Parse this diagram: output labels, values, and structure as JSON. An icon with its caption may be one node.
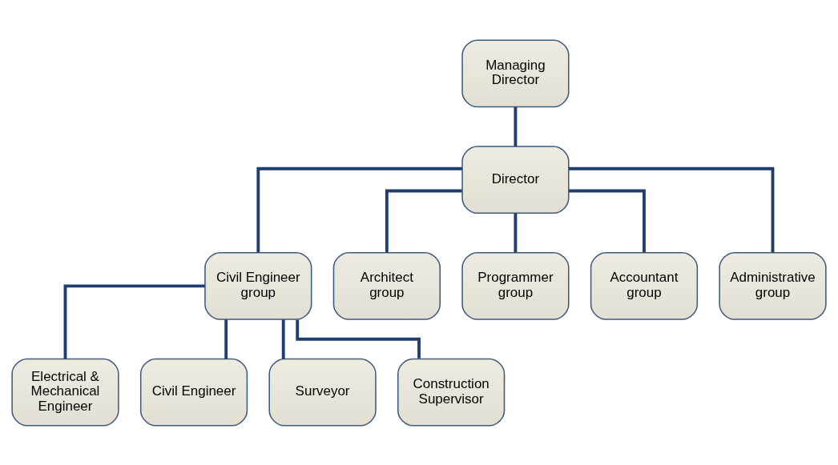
{
  "diagram": {
    "nodes": [
      {
        "text": [
          "Managing Director"
        ]
      },
      {
        "text": [
          "Director"
        ]
      },
      {
        "text": [
          "Civil Engineer group"
        ]
      },
      {
        "text": [
          "Architect group"
        ]
      },
      {
        "text": [
          "Programmer group"
        ]
      },
      {
        "text": [
          "Accountant group"
        ]
      },
      {
        "text": [
          "Administrative group"
        ]
      },
      {
        "text": [
          "Electrical & Mechanical Engineer"
        ]
      },
      {
        "text": [
          "Civil Engineer"
        ]
      },
      {
        "text": [
          "Surveyor"
        ]
      },
      {
        "text": [
          "Construction Supervisor"
        ]
      }
    ],
    "edges": [
      {
        "from": 0,
        "to": 1,
        "arrow": "none"
      },
      {
        "from": 1,
        "to": 2,
        "arrow": "none"
      },
      {
        "from": 1,
        "to": 3,
        "arrow": "none"
      },
      {
        "from": 1,
        "to": 4,
        "arrow": "none"
      },
      {
        "from": 1,
        "to": 5,
        "arrow": "none"
      },
      {
        "from": 1,
        "to": 6,
        "arrow": "none"
      },
      {
        "from": 2,
        "to": 7,
        "arrow": "none"
      },
      {
        "from": 2,
        "to": 8,
        "arrow": "none"
      },
      {
        "from": 2,
        "to": 9,
        "arrow": "none"
      },
      {
        "from": 2,
        "to": 10,
        "arrow": "none"
      }
    ]
  }
}
